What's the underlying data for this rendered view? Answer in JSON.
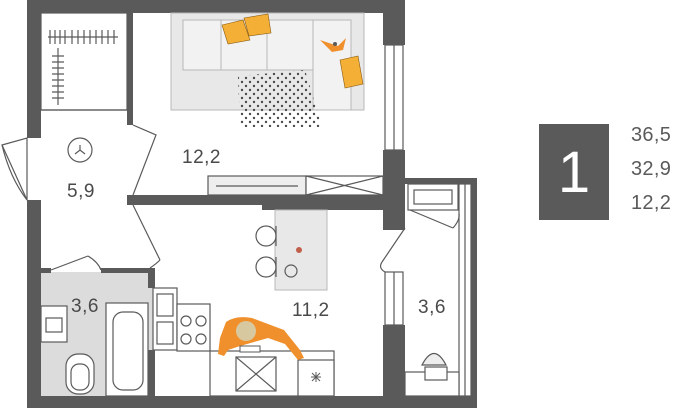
{
  "plan": {
    "rooms": [
      {
        "id": "living",
        "area": "12,2"
      },
      {
        "id": "hall",
        "area": "5,9"
      },
      {
        "id": "bath",
        "area": "3,6"
      },
      {
        "id": "kitchen",
        "area": "11,2"
      },
      {
        "id": "balcony",
        "area": "3,6"
      }
    ]
  },
  "summary": {
    "rooms_count": "1",
    "total_area": "36,5",
    "living_area": "32,9",
    "room_area": "12,2"
  },
  "colors": {
    "wall": "#5a5a5a",
    "accent": "#f0902c",
    "cushion": "#f4b036",
    "furniture": "#e8e8e8",
    "tile": "#dcdcdc"
  }
}
